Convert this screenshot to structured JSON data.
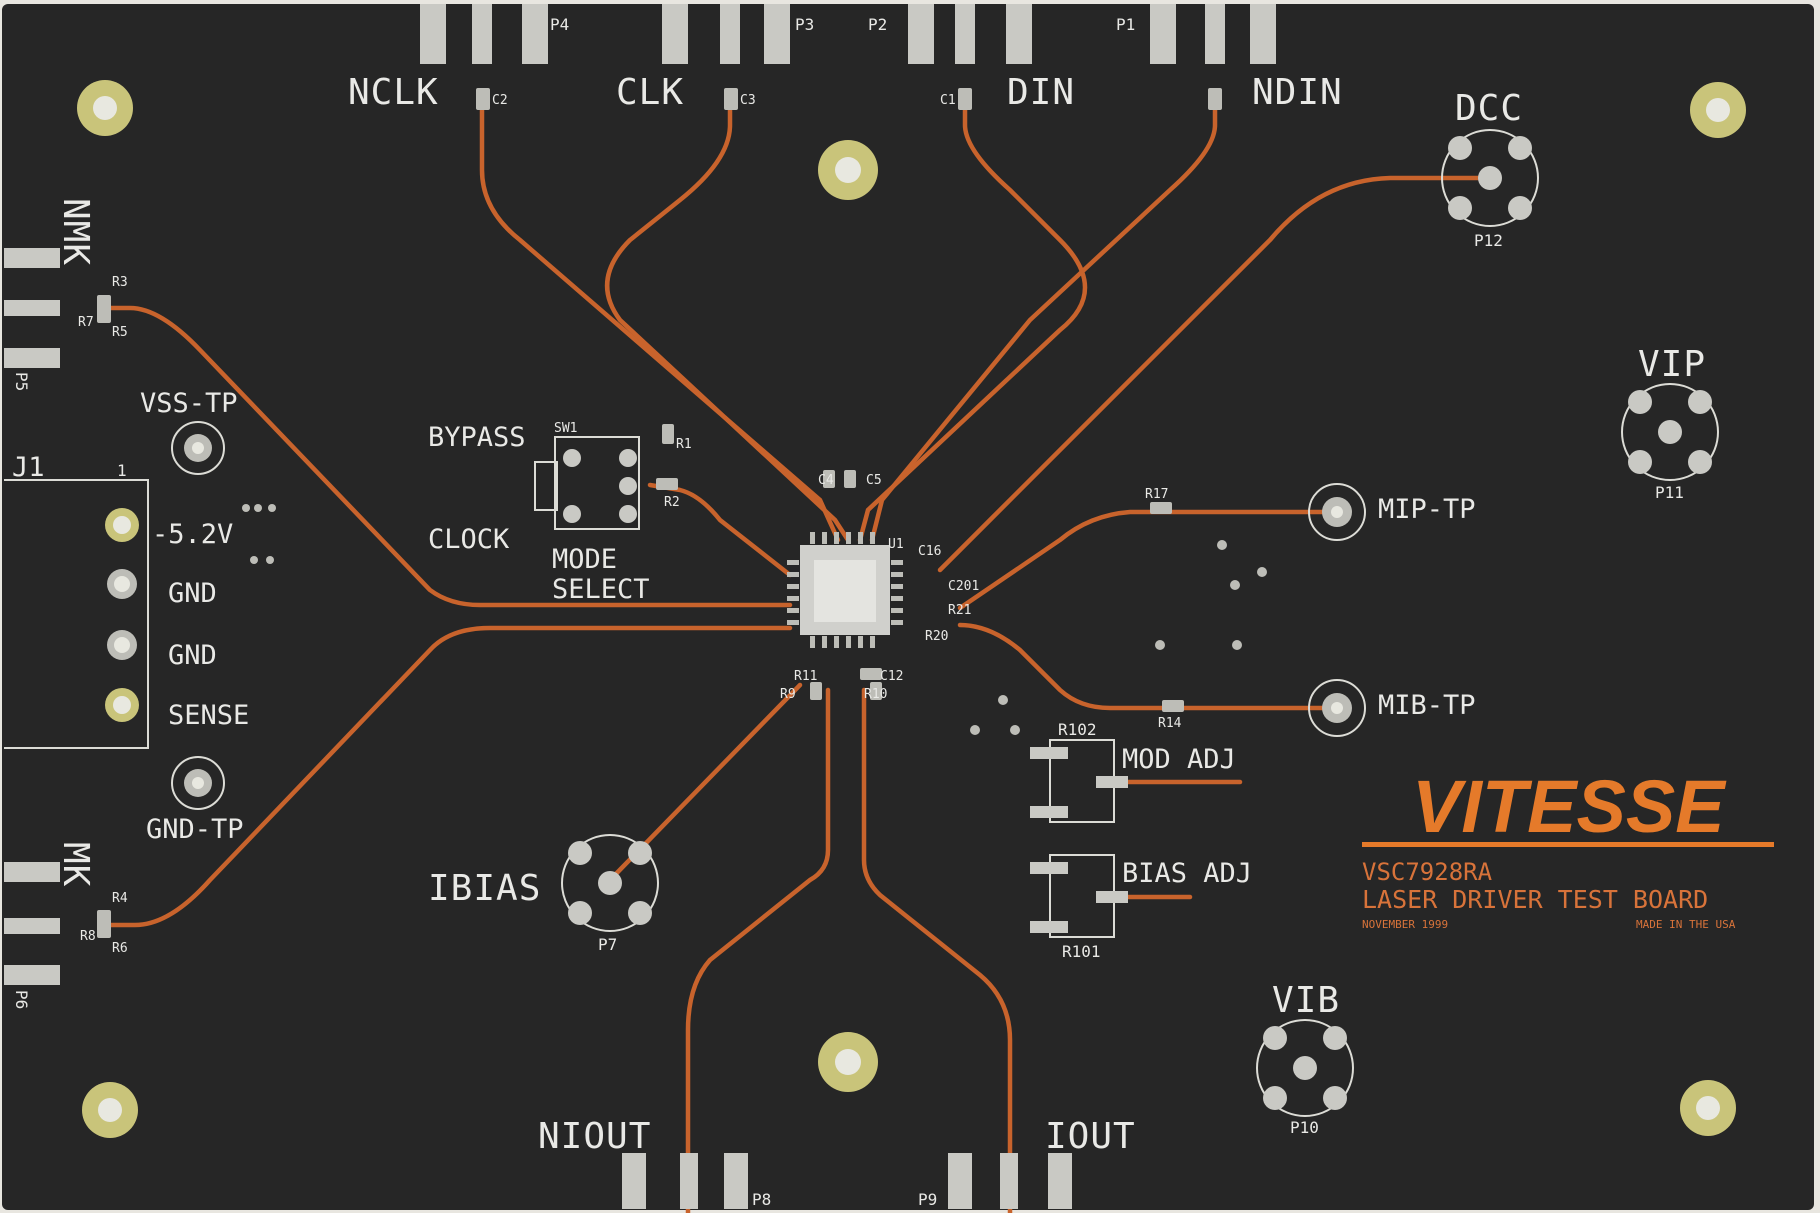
{
  "board": {
    "brand": "VITESSE",
    "part_number": "VSC7928RA",
    "title": "LASER DRIVER TEST BOARD",
    "date_note": "NOVEMBER 1999",
    "origin_note": "MADE IN THE USA",
    "colors": {
      "background": "#e8e6e0",
      "pcb": "#262626",
      "trace": "#c8632c",
      "silkscreen": "#e9e9e6",
      "brand": "#e57a2a",
      "plated_hole": "#c9c47a"
    }
  },
  "labels": {
    "nclk": "NCLK",
    "clk": "CLK",
    "din": "DIN",
    "ndin": "NDIN",
    "dcc": "DCC",
    "nmk": "NMK",
    "mk": "MK",
    "vss_tp": "VSS-TP",
    "gnd_tp": "GND-TP",
    "vip": "VIP",
    "vib": "VIB",
    "mip_tp": "MIP-TP",
    "mib_tp": "MIB-TP",
    "bypass": "BYPASS",
    "clock": "CLOCK",
    "mode": "MODE",
    "select": "SELECT",
    "ibias": "IBIAS",
    "niout": "NIOUT",
    "iout": "IOUT",
    "mod_adj": "MOD ADJ",
    "bias_adj": "BIAS ADJ",
    "j1": "J1",
    "j1_pin1": "1",
    "v_neg52": "-5.2V",
    "gnd1": "GND",
    "gnd2": "GND",
    "sense": "SENSE"
  },
  "refdes": {
    "p1": "P1",
    "p2": "P2",
    "p3": "P3",
    "p4": "P4",
    "p5": "P5",
    "p6": "P6",
    "p7": "P7",
    "p8": "P8",
    "p9": "P9",
    "p10": "P10",
    "p11": "P11",
    "p12": "P12",
    "sw1": "SW1",
    "u1": "U1",
    "r1": "R1",
    "r2": "R2",
    "r3": "R3",
    "r4": "R4",
    "r5": "R5",
    "r6": "R6",
    "r7": "R7",
    "r8": "R8",
    "r9": "R9",
    "r10": "R10",
    "r11": "R11",
    "r14": "R14",
    "r17": "R17",
    "r20": "R20",
    "r21": "R21",
    "r101": "R101",
    "r102": "R102",
    "c1": "C1",
    "c2": "C2",
    "c3": "C3",
    "c4": "C4",
    "c5": "C5",
    "c12": "C12",
    "c16": "C16",
    "c201": "C201"
  }
}
